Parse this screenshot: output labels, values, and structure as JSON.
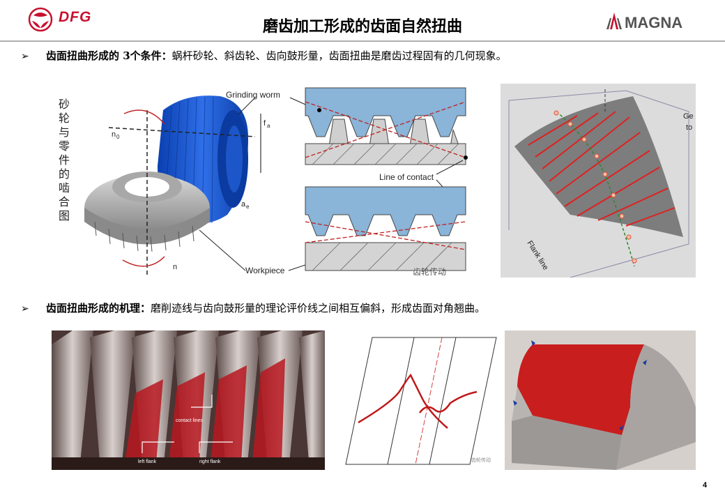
{
  "header": {
    "title": "磨齿加工形成的齿面自然扭曲",
    "dfg_logo_text": "DFG",
    "magna_logo_text": "MAGNA"
  },
  "bullet1": {
    "arrow": "➢",
    "bold": "齿面扭曲形成的 3个条件：",
    "text": "蜗杆砂轮、斜齿轮、齿向鼓形量，齿面扭曲是磨齿过程固有的几何现象。"
  },
  "bullet2": {
    "arrow": "➢",
    "bold": "齿面扭曲形成的机理：",
    "text": "磨削迹线与齿向鼓形量的理论评价线之间相互偏斜，形成齿面对角翘曲。"
  },
  "vertical_label": "砂轮与零件的啮合图",
  "figure1": {
    "grinding_worm": "Grinding worm",
    "n0": "n",
    "n0_sub": "0",
    "fa": "f",
    "fa_sub": "a",
    "ae": "a",
    "ae_sub": "e",
    "line_of_contact": "Line of contact",
    "workpiece": "Workpiece",
    "n": "n",
    "watermark": "齿轮传动"
  },
  "figure2": {
    "label_top": "Ge",
    "label_top2": "to",
    "flank_line": "Flank line"
  },
  "figure3": {
    "contact_lines": "contact lines",
    "left_flank": "left flank",
    "right_flank": "right flank"
  },
  "figure4": {
    "watermark": "齿轮传动"
  },
  "page_number": "4",
  "colors": {
    "title": "#000000",
    "dfg_red": "#c8102e",
    "worm_blue": "#1e5bd8",
    "tooth_blue": "#8ab4d8",
    "contact_red": "#d02020"
  }
}
